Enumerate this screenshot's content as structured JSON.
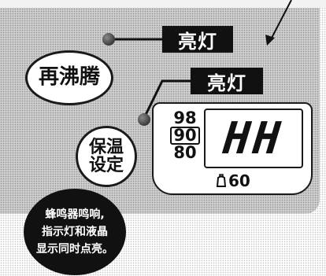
{
  "buttons": {
    "reboil": [
      "再沸腾"
    ],
    "keep_warm": [
      "保温",
      "设定"
    ]
  },
  "callouts": {
    "reboil_led": "亮灯",
    "keep_warm_led": "亮灯"
  },
  "display": {
    "temperatures": [
      "98",
      "90",
      "80"
    ],
    "selected_temperature": "90",
    "lcd_text": "HH",
    "timer_value": "60",
    "timer_icon": "kettle-icon"
  },
  "note": [
    "蜂鸣器鸣响,",
    "指示灯和液晶",
    "显示同时点亮。"
  ],
  "colors": {
    "panel": "#cfcfcf",
    "label_bg": "#111111",
    "label_text": "#ffffff"
  }
}
